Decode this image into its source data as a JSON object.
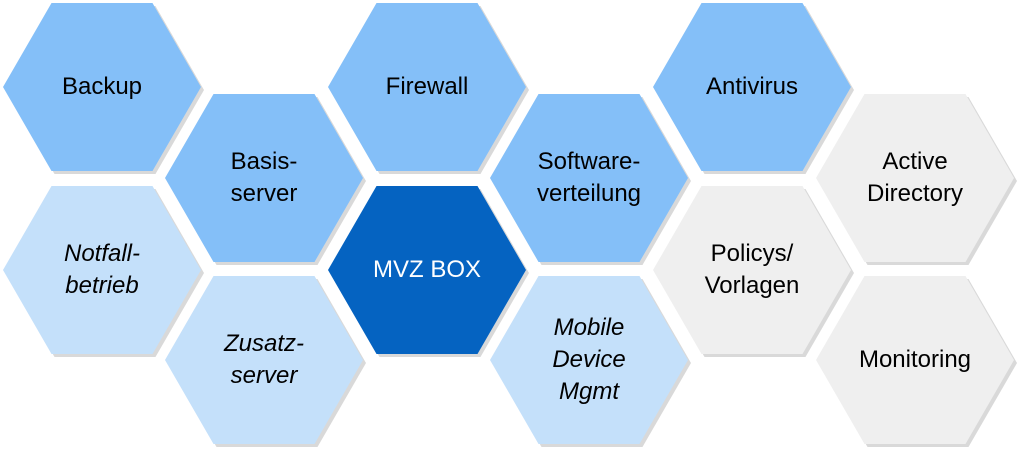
{
  "diagram": {
    "colors": {
      "medium": "#84BFF8",
      "light": "#C4E0FA",
      "dark": "#0563C1",
      "gray": "#EFEFEF",
      "shadow": "#B9B9B9"
    },
    "cells": [
      {
        "id": "backup",
        "lines": [
          "Backup"
        ],
        "tone": "medium",
        "italic": false,
        "col": 0,
        "row": 0
      },
      {
        "id": "notfallbetrieb",
        "lines": [
          "Notfall-",
          "betrieb"
        ],
        "tone": "light",
        "italic": true,
        "col": 0,
        "row": 1
      },
      {
        "id": "basisserver",
        "lines": [
          "Basis-",
          "server"
        ],
        "tone": "medium",
        "italic": false,
        "col": 1,
        "row": 0
      },
      {
        "id": "zusatzserver",
        "lines": [
          "Zusatz-",
          "server"
        ],
        "tone": "light",
        "italic": true,
        "col": 1,
        "row": 1
      },
      {
        "id": "firewall",
        "lines": [
          "Firewall"
        ],
        "tone": "medium",
        "italic": false,
        "col": 2,
        "row": 0
      },
      {
        "id": "mvz-box",
        "lines": [
          "MVZ BOX"
        ],
        "tone": "dark",
        "italic": false,
        "col": 2,
        "row": 1
      },
      {
        "id": "softwareverteilung",
        "lines": [
          "Software-",
          "verteilung"
        ],
        "tone": "medium",
        "italic": false,
        "col": 3,
        "row": 0
      },
      {
        "id": "mobile-device-mgmt",
        "lines": [
          "Mobile",
          "Device",
          "Mgmt"
        ],
        "tone": "light",
        "italic": true,
        "col": 3,
        "row": 1
      },
      {
        "id": "antivirus",
        "lines": [
          "Antivirus"
        ],
        "tone": "medium",
        "italic": false,
        "col": 4,
        "row": 0
      },
      {
        "id": "policys-vorlagen",
        "lines": [
          "Policys/",
          "Vorlagen"
        ],
        "tone": "gray",
        "italic": false,
        "col": 4,
        "row": 1
      },
      {
        "id": "active-directory",
        "lines": [
          "Active",
          "Directory"
        ],
        "tone": "gray",
        "italic": false,
        "col": 5,
        "row": 0
      },
      {
        "id": "monitoring",
        "lines": [
          "Monitoring"
        ],
        "tone": "gray",
        "italic": false,
        "col": 5,
        "row": 1
      }
    ]
  }
}
